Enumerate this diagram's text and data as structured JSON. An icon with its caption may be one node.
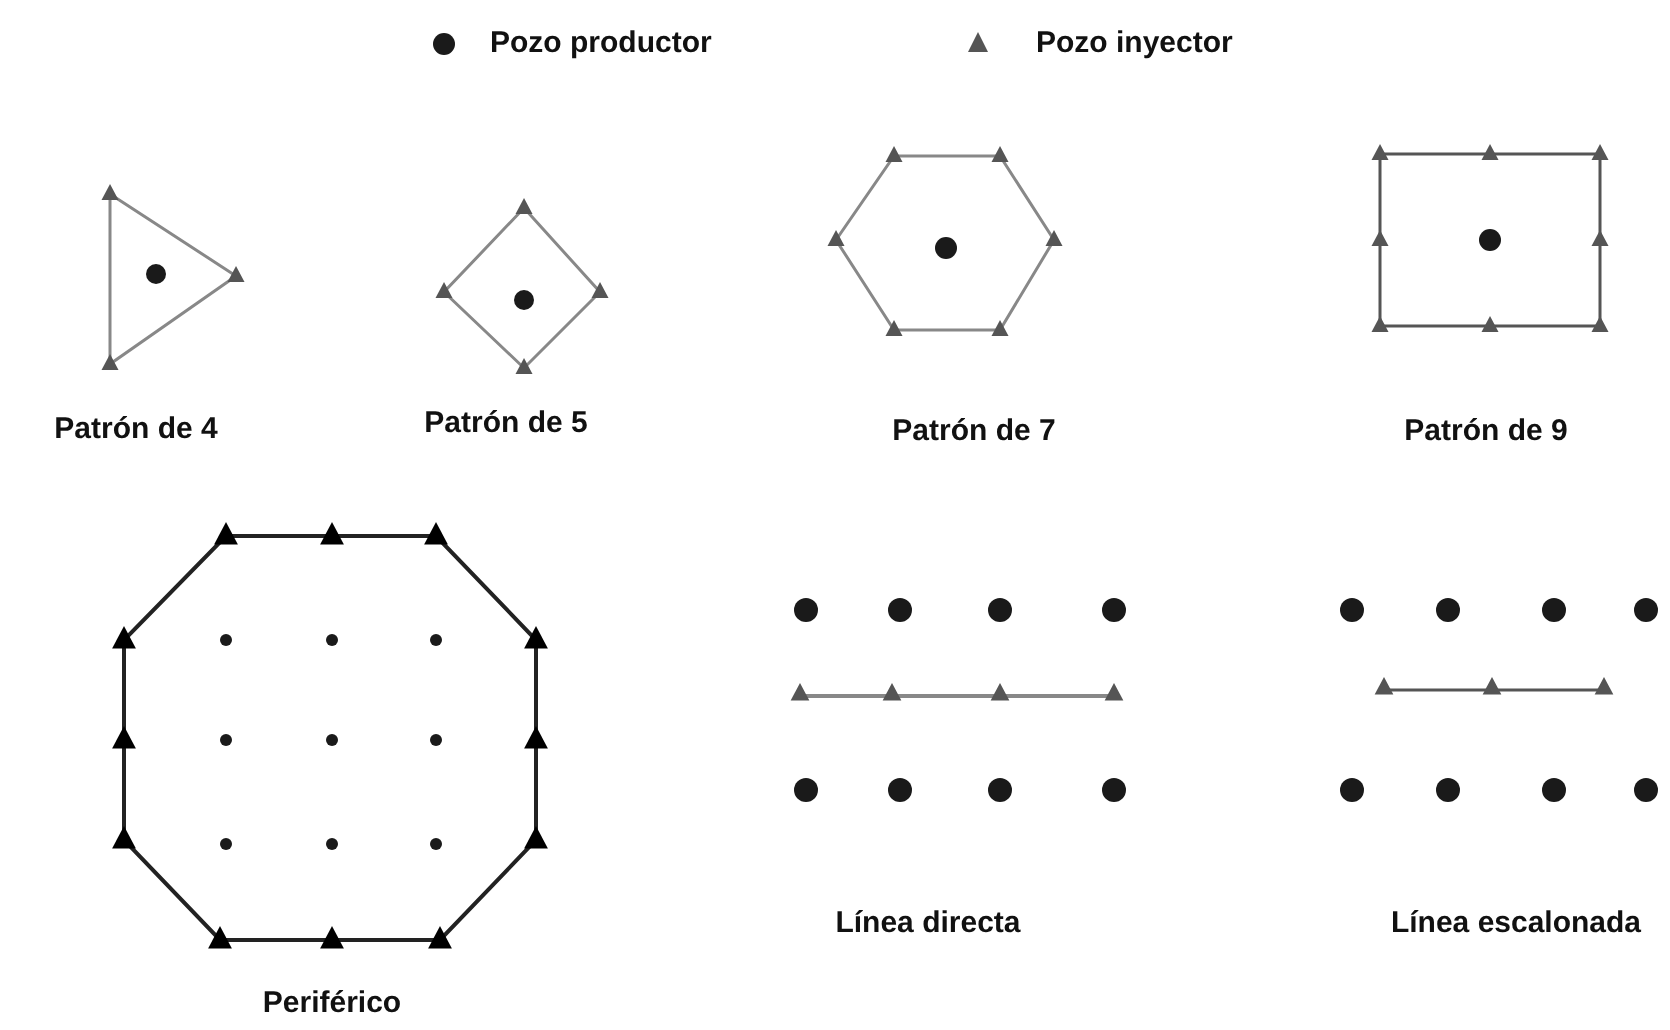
{
  "diagram": {
    "labels": [
      "Patrón de 4",
      "Patrón de 5",
      "Patrón de 7",
      "Patrón de 9",
      "Periférico",
      "Línea directa",
      "Línea escalonada"
    ],
    "legend": [
      {
        "text": "Pozo productor"
      },
      {
        "text": "Pozo inyector"
      }
    ]
  }
}
